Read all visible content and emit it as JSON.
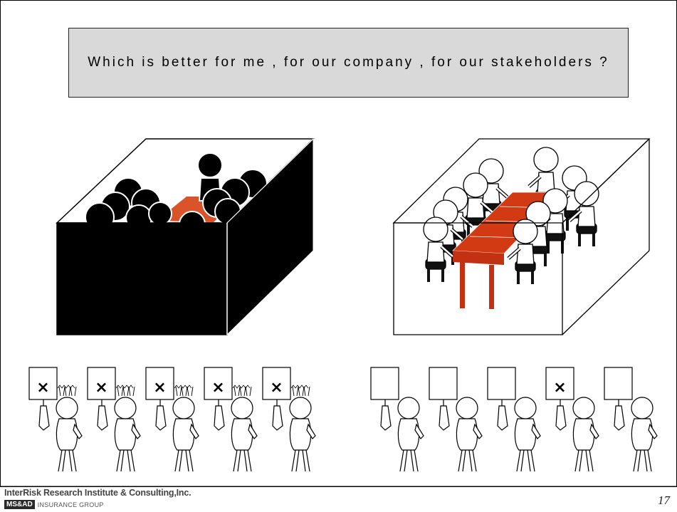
{
  "question": "Which is better for me , for our company , for our stakeholders ?",
  "footer": {
    "company": "InterRisk Research Institute & Consulting,Inc.",
    "brand_logo": "MS&AD",
    "brand_group": "INSURANCE GROUP",
    "page_number": "17"
  },
  "scenes": {
    "closed_room": {
      "box_color": "#000000",
      "table_color": "#d9542b"
    },
    "open_room": {
      "box_color": "#ffffff",
      "table_color": "#d23a14"
    }
  },
  "stakeholders": {
    "left_group": {
      "signs": [
        "×",
        "×",
        "×",
        "×",
        "×"
      ],
      "angry": [
        true,
        true,
        true,
        true,
        true
      ]
    },
    "right_group": {
      "signs": [
        "",
        "",
        "",
        "×",
        ""
      ],
      "angry": [
        false,
        false,
        false,
        false,
        false
      ]
    }
  }
}
